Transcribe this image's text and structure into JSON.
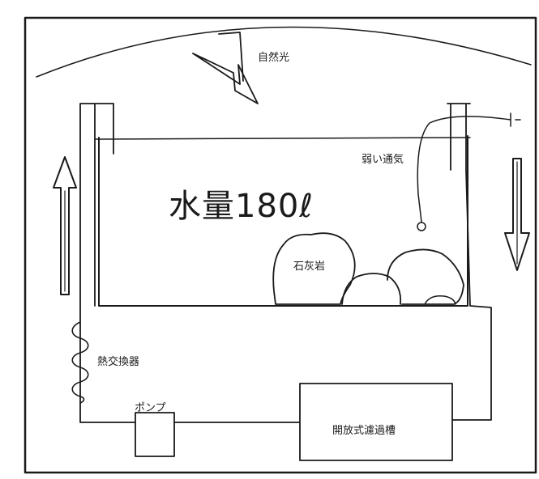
{
  "labels": {
    "sunlight": "自然光",
    "aeration": "弱い通気",
    "volume": "水量180ℓ",
    "limestone": "石灰岩",
    "heat_exchanger": "熱交換器",
    "pump": "ポンプ",
    "filter": "開放式濾過槽"
  },
  "colors": {
    "line": "#1a1a1a",
    "background": "#ffffff"
  }
}
